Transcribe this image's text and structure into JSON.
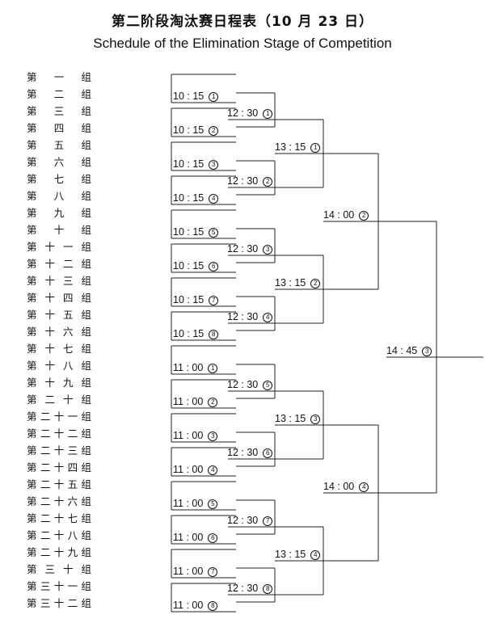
{
  "header": {
    "title_cn": "第二阶段淘汰赛日程表（10 月 23 日）",
    "title_en": "Schedule of the Elimination Stage of Competition"
  },
  "groups": [
    "第 一 组",
    "第 二 组",
    "第 三 组",
    "第 四 组",
    "第 五 组",
    "第 六 组",
    "第 七 组",
    "第 八 组",
    "第 九 组",
    "第 十 组",
    "第十一组",
    "第十二组",
    "第十三组",
    "第十四组",
    "第十五组",
    "第十六组",
    "第十七组",
    "第十八组",
    "第十九组",
    "第 二 十 组",
    "第二十一组",
    "第二十二组",
    "第二十三组",
    "第二十四组",
    "第二十五组",
    "第二十六组",
    "第二十七组",
    "第二十八组",
    "第二十九组",
    "第 三 十 组",
    "第三十一组",
    "第三十二组"
  ],
  "round1": [
    {
      "time": "10 : 15",
      "num": "1"
    },
    {
      "time": "10 : 15",
      "num": "2"
    },
    {
      "time": "10 : 15",
      "num": "3"
    },
    {
      "time": "10 : 15",
      "num": "4"
    },
    {
      "time": "10 : 15",
      "num": "5"
    },
    {
      "time": "10 : 15",
      "num": "6"
    },
    {
      "time": "10 : 15",
      "num": "7"
    },
    {
      "time": "10 : 15",
      "num": "8"
    },
    {
      "time": "11 : 00",
      "num": "1"
    },
    {
      "time": "11 : 00",
      "num": "2"
    },
    {
      "time": "11 : 00",
      "num": "3"
    },
    {
      "time": "11 : 00",
      "num": "4"
    },
    {
      "time": "11 : 00",
      "num": "5"
    },
    {
      "time": "11 : 00",
      "num": "6"
    },
    {
      "time": "11 : 00",
      "num": "7"
    },
    {
      "time": "11 : 00",
      "num": "8"
    }
  ],
  "round2": [
    {
      "time": "12 : 30",
      "num": "1"
    },
    {
      "time": "12 : 30",
      "num": "2"
    },
    {
      "time": "12 : 30",
      "num": "3"
    },
    {
      "time": "12 : 30",
      "num": "4"
    },
    {
      "time": "12 : 30",
      "num": "5"
    },
    {
      "time": "12 : 30",
      "num": "6"
    },
    {
      "time": "12 : 30",
      "num": "7"
    },
    {
      "time": "12 : 30",
      "num": "8"
    }
  ],
  "round3": [
    {
      "time": "13 : 15",
      "num": "1"
    },
    {
      "time": "13 : 15",
      "num": "2"
    },
    {
      "time": "13 : 15",
      "num": "3"
    },
    {
      "time": "13 : 15",
      "num": "4"
    }
  ],
  "round4": [
    {
      "time": "14 : 00",
      "num": "2"
    },
    {
      "time": "14 : 00",
      "num": "4"
    }
  ],
  "final": {
    "time": "14 : 45",
    "num": "3"
  }
}
